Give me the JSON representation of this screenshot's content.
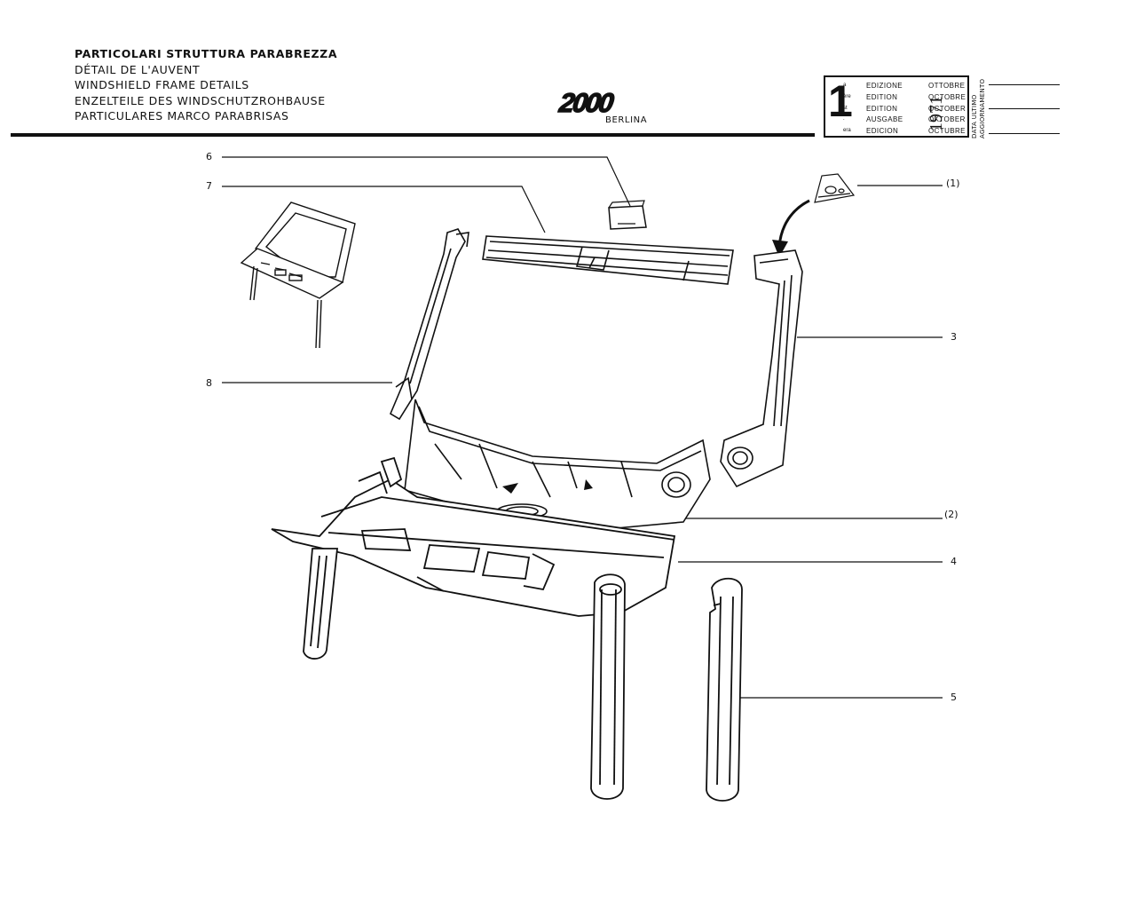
{
  "header": {
    "titles": [
      "PARTICOLARI STRUTTURA PARABREZZA",
      "DÉTAIL DE L'AUVENT",
      "WINDSHIELD FRAME DETAILS",
      "ENZELTEILE DES WINDSCHUTZROHBAUSE",
      "PARTICULARES MARCO PARABRISAS"
    ],
    "logo_text": "2000",
    "model": "BERLINA"
  },
  "edition": {
    "number": "1",
    "suffixes": [
      "a",
      "ère",
      "st",
      ".",
      "era"
    ],
    "labels": [
      "EDIZIONE",
      "EDITION",
      "EDITION",
      "AUSGABE",
      "EDICION"
    ],
    "year": "1971",
    "months": [
      "OTTOBRE",
      "OCTOBRE",
      "OCTOBER",
      "OKTOBER",
      "OCTUBRE"
    ],
    "update_labels": [
      "DATA ULTIMO",
      "AGGIORNAMENTO"
    ]
  },
  "callouts": {
    "c6": "6",
    "c7": "7",
    "c8": "8",
    "c1": "(1)",
    "c3": "3",
    "c2": "(2)",
    "c4": "4",
    "c5": "5"
  },
  "colors": {
    "ink": "#111111",
    "paper": "#ffffff"
  }
}
